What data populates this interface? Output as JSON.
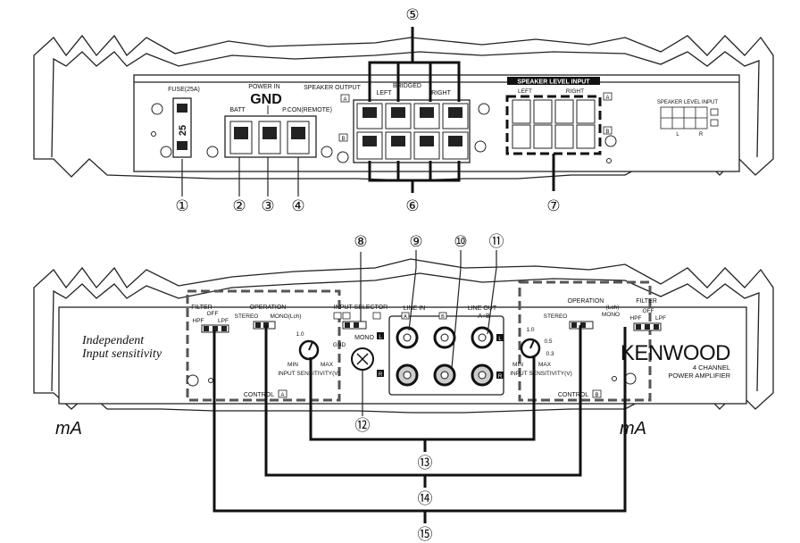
{
  "top_panel": {
    "fuse_label": "FUSE(25A)",
    "fuse_value": "25",
    "power_in_label": "POWER IN",
    "gnd_label": "GND",
    "batt_label": "BATT",
    "pcon_label": "P.CON(REMOTE)",
    "speaker_output_label": "SPEAKER OUTPUT",
    "bridged_label": "BRIDGED",
    "left_label": "LEFT",
    "right_label": "RIGHT",
    "ch_a": "A",
    "ch_b": "B",
    "speaker_level_input_label": "SPEAKER LEVEL INPUT",
    "sli_left": "LEFT",
    "sli_right": "RIGHT",
    "sli_small_label": "SPEAKER LEVEL INPUT",
    "sli_small_l": "L",
    "sli_small_r": "R"
  },
  "bottom_panel": {
    "filter_label": "FILTER",
    "off_label": "OFF",
    "hpf_label": "HPF",
    "lpf_label": "LPF",
    "operation_label": "OPERATION",
    "lch_label": "(Lch)",
    "stereo_label": "STEREO",
    "mono_lch_label": "MONO(Lch)",
    "mono_label": "MONO",
    "input_selector_label": "INPUT SELECTOR",
    "line_in_label": "LINE IN",
    "line_out_label": "LINE OUT",
    "a_plus_b": "A+B",
    "gnd_small": "GND",
    "l_badge": "L",
    "r_badge": "R",
    "sens_1_0": "1.0",
    "sens_0_5": "0.5",
    "sens_0_3": "0.3",
    "sens_min": "MIN",
    "sens_max": "MAX",
    "input_sensitivity_label": "INPUT SENSITIVITY(V)",
    "control_a_label": "CONTROL",
    "control_b_label": "CONTROL",
    "brand": "KENWOOD",
    "product_line1": "4 CHANNEL",
    "product_line2": "POWER AMPLIFIER",
    "annotation_line1": "Independent",
    "annotation_line2": "Input sensitivity",
    "unit_left": "mA",
    "unit_right": "mA"
  },
  "callouts": [
    "①",
    "②",
    "③",
    "④",
    "⑤",
    "⑥",
    "⑦",
    "⑧",
    "⑨",
    "⑩",
    "⑪",
    "⑫",
    "⑬",
    "⑭",
    "⑮"
  ]
}
